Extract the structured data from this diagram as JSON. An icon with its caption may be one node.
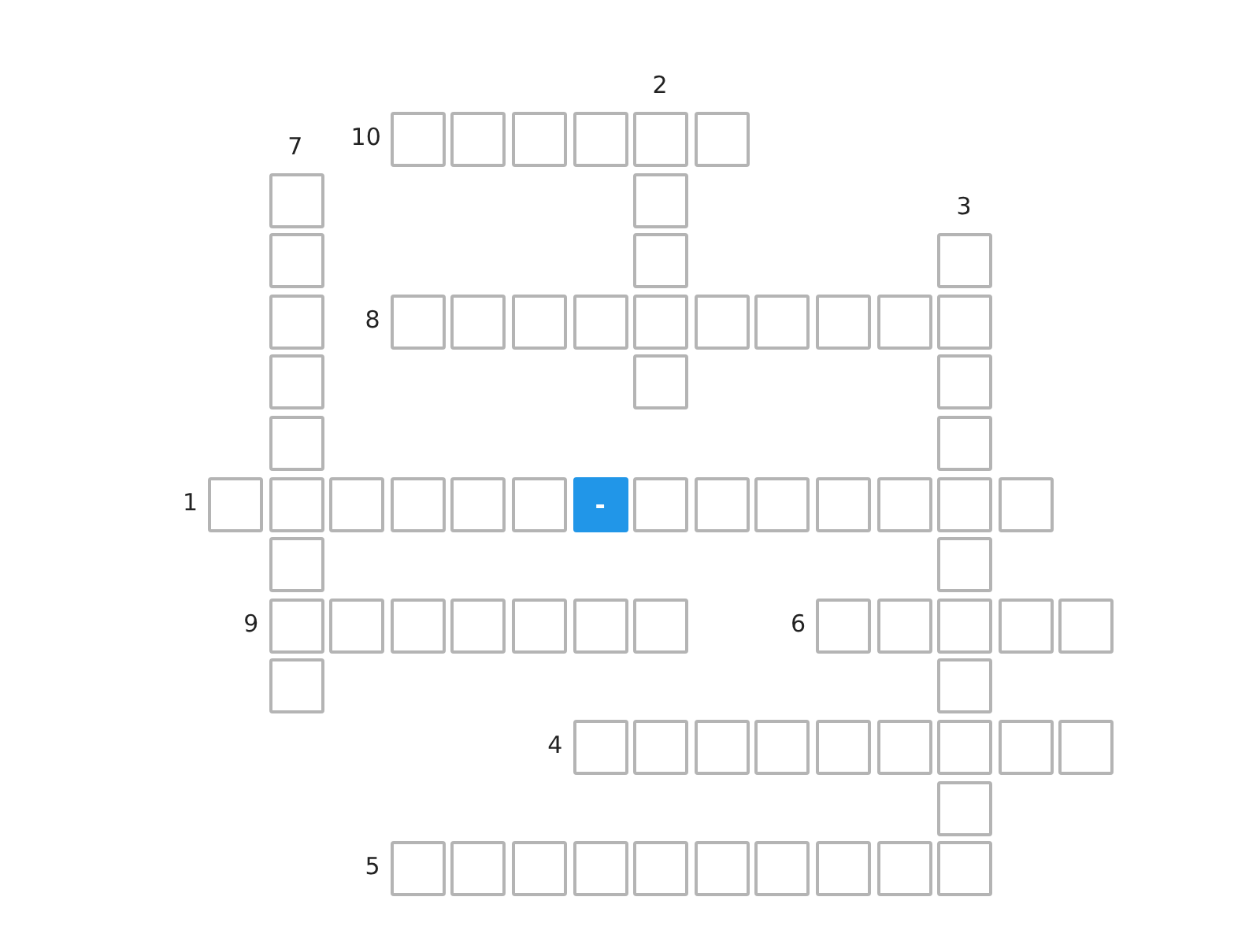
{
  "diagram": {
    "nodes": [
      {
        "text": [
          "-"
        ]
      }
    ],
    "edges": [],
    "labels": [
      "2",
      "7",
      "10",
      "3",
      "8",
      "1",
      "9",
      "6",
      "4",
      "5"
    ]
  }
}
